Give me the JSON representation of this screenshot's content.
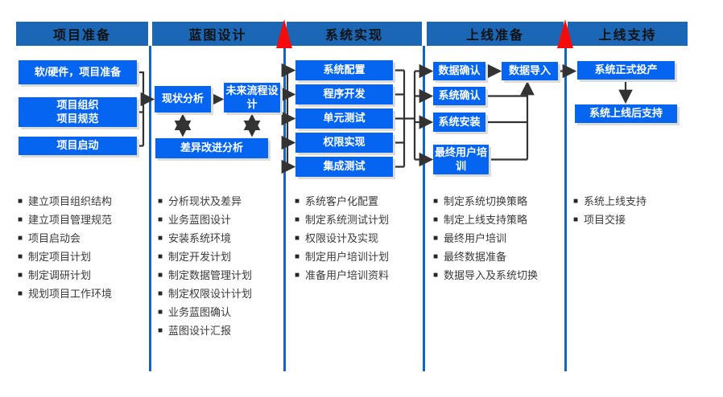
{
  "colors": {
    "header_blue": "#1B67B6",
    "box_blue": "#0665F0",
    "divider_blue": "#1565C0",
    "milestone_red": "#F40B0B",
    "connector_dark": "#333333",
    "header_text": "#121212",
    "box_text": "#FFFFFF",
    "task_text": "#3A3A3A"
  },
  "icons": {
    "milestone": "red-up-triangle",
    "bullet": "■"
  },
  "phases": [
    {
      "title": "项目准备",
      "boxes": [
        {
          "label": "软/硬件，项目准备"
        },
        {
          "label": "项目组织\n项目规范"
        },
        {
          "label": "项目启动"
        }
      ],
      "bullets": [
        "建立项目组织结构",
        "建立项目管理规范",
        "项目启动会",
        "制定项目计划",
        "制定调研计划",
        "规划项目工作环境"
      ]
    },
    {
      "title": "蓝图设计",
      "boxes": [
        {
          "label": "现状分析"
        },
        {
          "label": "未来流程设计"
        },
        {
          "label": "差异改进分析"
        }
      ],
      "bullets": [
        "分析现状及差异",
        "业务蓝图设计",
        "安装系统环境",
        "制定开发计划",
        "制定数据管理计划",
        "制定权限设计计划",
        "业务蓝图确认",
        "蓝图设计汇报"
      ]
    },
    {
      "title": "系统实现",
      "boxes": [
        {
          "label": "系统配置"
        },
        {
          "label": "程序开发"
        },
        {
          "label": "单元测试"
        },
        {
          "label": "权限实现"
        },
        {
          "label": "集成测试"
        }
      ],
      "bullets": [
        "系统客户化配置",
        "制定系统测试计划",
        "权限设计及实现",
        "制定用户培训计划",
        "准备用户培训资料"
      ]
    },
    {
      "title": "上线准备",
      "boxes": [
        {
          "label": "数据确认"
        },
        {
          "label": "数据导入"
        },
        {
          "label": "系统确认"
        },
        {
          "label": "系统安装"
        },
        {
          "label": "最终用户培训"
        }
      ],
      "bullets": [
        "制定系统切换策略",
        "制定上线支持策略",
        "最终用户培训",
        "最终数据准备",
        "数据导入及系统切换"
      ]
    },
    {
      "title": "上线支持",
      "boxes": [
        {
          "label": "系统正式投产"
        },
        {
          "label": "系统上线后支持"
        }
      ],
      "bullets": [
        "系统上线支持",
        "项目交接"
      ]
    }
  ]
}
